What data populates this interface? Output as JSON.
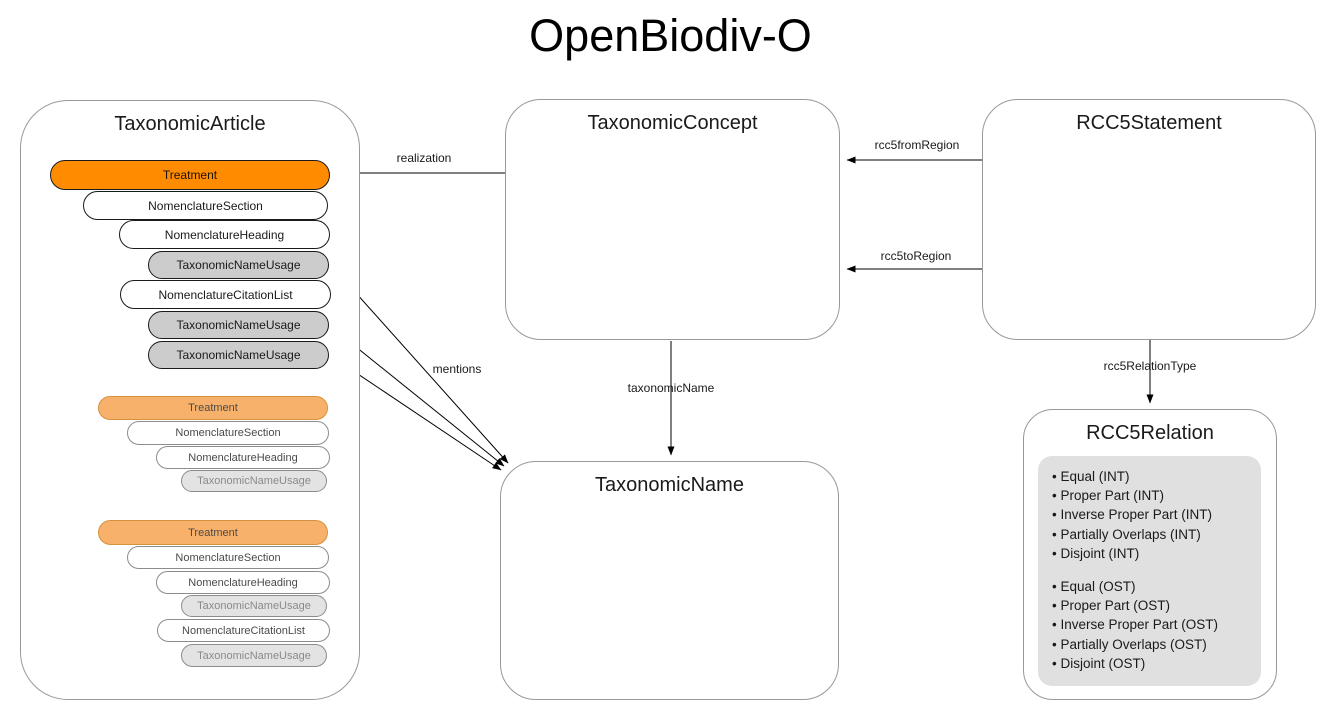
{
  "page_title": "OpenBiodiv-O",
  "boxes": {
    "taxonomic_article": {
      "title": "TaxonomicArticle"
    },
    "taxonomic_concept": {
      "title": "TaxonomicConcept"
    },
    "rcc5_statement": {
      "title": "RCC5Statement"
    },
    "taxonomic_name": {
      "title": "TaxonomicName"
    },
    "rcc5_relation": {
      "title": "RCC5Relation"
    }
  },
  "article": {
    "groups": [
      {
        "pills": [
          {
            "label": "Treatment"
          },
          {
            "label": "NomenclatureSection"
          },
          {
            "label": "NomenclatureHeading"
          },
          {
            "label": "TaxonomicNameUsage"
          },
          {
            "label": "NomenclatureCitationList"
          },
          {
            "label": "TaxonomicNameUsage"
          },
          {
            "label": "TaxonomicNameUsage"
          }
        ]
      },
      {
        "pills": [
          {
            "label": "Treatment"
          },
          {
            "label": "NomenclatureSection"
          },
          {
            "label": "NomenclatureHeading"
          },
          {
            "label": "TaxonomicNameUsage"
          }
        ]
      },
      {
        "pills": [
          {
            "label": "Treatment"
          },
          {
            "label": "NomenclatureSection"
          },
          {
            "label": "NomenclatureHeading"
          },
          {
            "label": "TaxonomicNameUsage"
          },
          {
            "label": "NomenclatureCitationList"
          },
          {
            "label": "TaxonomicNameUsage"
          }
        ]
      }
    ]
  },
  "edges": {
    "realization_label": "realization",
    "mentions_label": "mentions",
    "taxonomic_name_label": "taxonomicName",
    "rcc5_from_region_label": "rcc5fromRegion",
    "rcc5_to_region_label": "rcc5toRegion",
    "rcc5_relation_type_label": "rcc5RelationType"
  },
  "rcc5_relation": {
    "int_items": [
      "Equal (INT)",
      "Proper Part (INT)",
      "Inverse Proper Part (INT)",
      "Partially Overlaps (INT)",
      "Disjoint (INT)"
    ],
    "ost_items": [
      "Equal (OST)",
      "Proper Part (OST)",
      "Inverse Proper Part (OST)",
      "Partially Overlaps (OST)",
      "Disjoint (OST)"
    ]
  },
  "colors": {
    "treatment_bright": "#ff8c00",
    "treatment_light": "#f8b16a",
    "usage_gray_dark": "#cccccc",
    "usage_gray_light": "#e3e3e3",
    "panel_gray": "#e0e0e0",
    "box_border": "#999999"
  }
}
